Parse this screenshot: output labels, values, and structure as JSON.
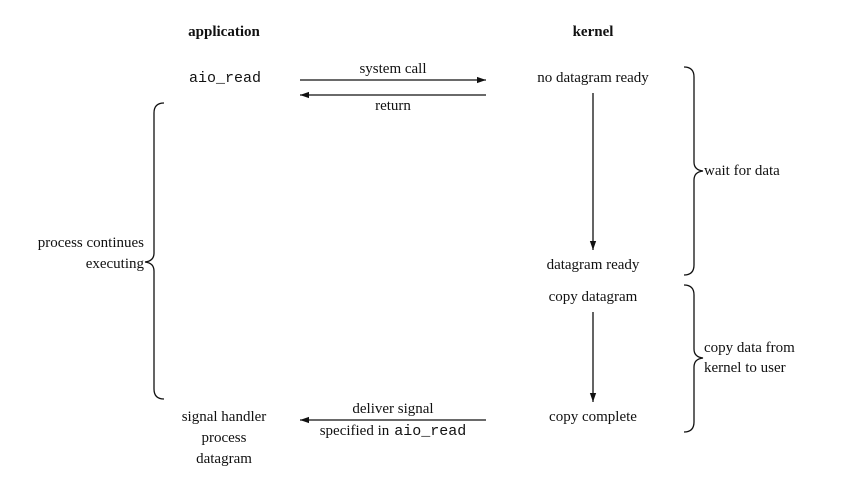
{
  "columns": {
    "application": "application",
    "kernel": "kernel"
  },
  "calls": {
    "aio_read": "aio_read"
  },
  "arrows": {
    "system_call": "system call",
    "return": "return",
    "deliver_signal": "deliver signal",
    "specified_in": "specified in",
    "specified_in_code": "aio_read"
  },
  "kernel_states": {
    "no_datagram_ready": "no datagram ready",
    "datagram_ready": "datagram ready",
    "copy_datagram": "copy datagram",
    "copy_complete": "copy complete"
  },
  "phases": {
    "wait_for_data": "wait for data",
    "copy_data_line1": "copy data from",
    "copy_data_line2": "kernel to user"
  },
  "application_side": {
    "process_continues_line1": "process continues",
    "process_continues_line2": "executing",
    "handler_line1": "signal handler",
    "handler_line2": "process",
    "handler_line3": "datagram"
  }
}
